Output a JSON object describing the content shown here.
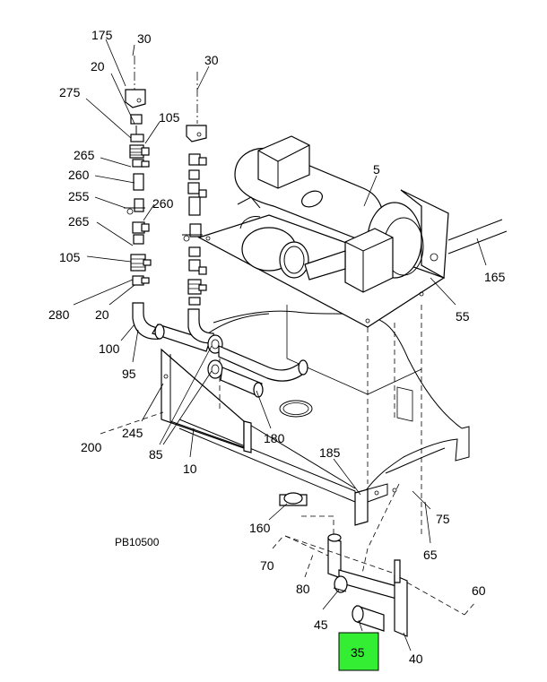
{
  "drawing": {
    "reference": "PB10500",
    "highlight_color": "#33ee33",
    "callouts": {
      "c175": "175",
      "c30a": "30",
      "c30b": "30",
      "c20a": "20",
      "c275": "275",
      "c105a": "105",
      "c265a": "265",
      "c260a": "260",
      "c255": "255",
      "c260b": "260",
      "c265b": "265",
      "c105b": "105",
      "c280": "280",
      "c20b": "20",
      "c100": "100",
      "c95": "95",
      "c245": "245",
      "c200": "200",
      "c85": "85",
      "c10": "10",
      "c180": "180",
      "c5": "5",
      "c165": "165",
      "c55": "55",
      "c185": "185",
      "c75": "75",
      "c160": "160",
      "c65": "65",
      "c70": "70",
      "c80": "80",
      "c60": "60",
      "c45": "45",
      "c35": "35",
      "c40": "40"
    }
  }
}
